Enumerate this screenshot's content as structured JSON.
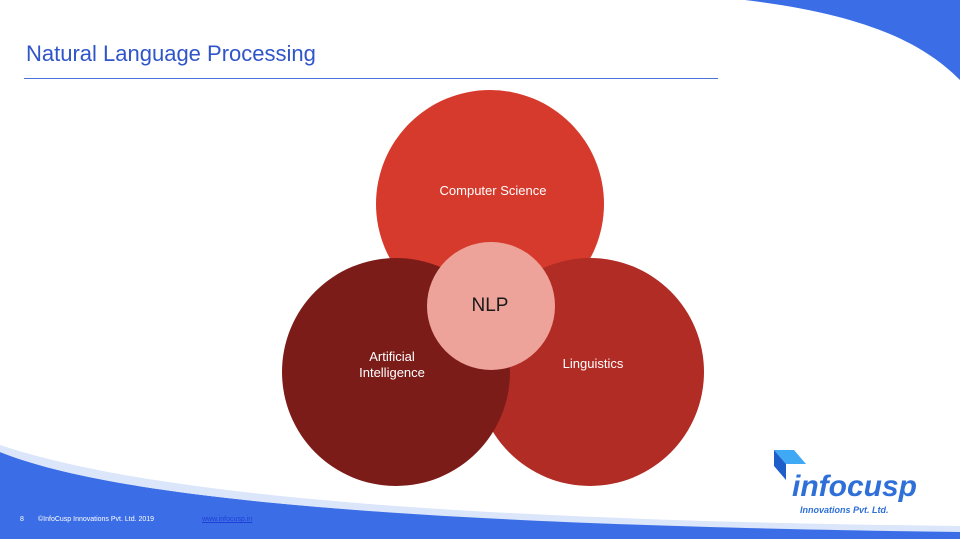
{
  "slide": {
    "title": "Natural Language Processing"
  },
  "diagram": {
    "center": "NLP",
    "circles": [
      {
        "label": "Computer Science",
        "color": "#d63a2c"
      },
      {
        "label": "Artificial Intelligence",
        "label_lines": [
          "Artificial",
          "Intelligence"
        ],
        "color": "#7c1c19"
      },
      {
        "label": "Linguistics",
        "color": "#b02c24"
      }
    ],
    "center_color": "#eda39a"
  },
  "logo": {
    "name": "infocusp",
    "subtitle": "Innovations Pvt. Ltd."
  },
  "footer": {
    "page_number": "8",
    "copyright": "©InfoCusp Innovations Pvt. Ltd. 2019",
    "link": "www.infocusp.in"
  },
  "colors": {
    "accent": "#2f55c8",
    "band": "#3b6ee6"
  }
}
